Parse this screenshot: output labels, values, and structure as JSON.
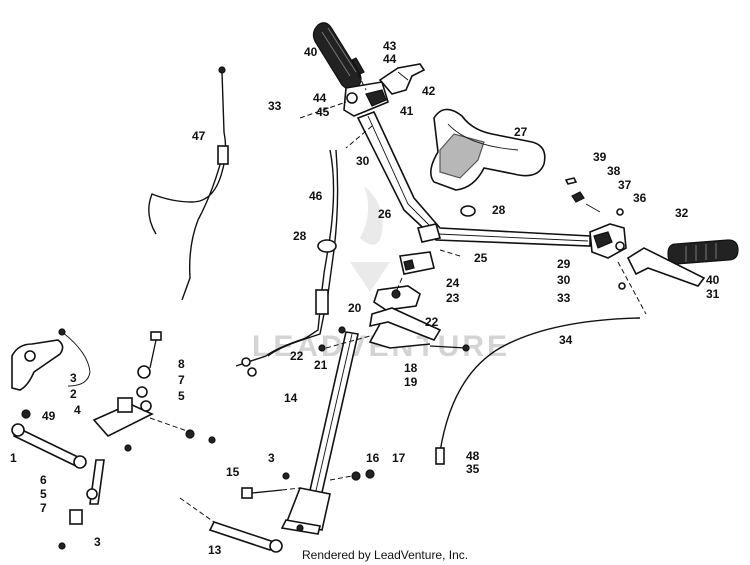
{
  "watermark": "LEADVENTURE",
  "footer": "Rendered by LeadVenture, Inc.",
  "callouts": [
    "40",
    "43",
    "44",
    "42",
    "44",
    "45",
    "41",
    "33",
    "47",
    "27",
    "30",
    "39",
    "38",
    "37",
    "36",
    "32",
    "46",
    "26",
    "28",
    "28",
    "29",
    "30",
    "40",
    "31",
    "33",
    "25",
    "24",
    "23",
    "20",
    "22",
    "22",
    "21",
    "18",
    "19",
    "34",
    "8",
    "7",
    "5",
    "3",
    "2",
    "49",
    "4",
    "1",
    "6",
    "5",
    "7",
    "3",
    "14",
    "16",
    "17",
    "3",
    "15",
    "13",
    "48",
    "35"
  ]
}
